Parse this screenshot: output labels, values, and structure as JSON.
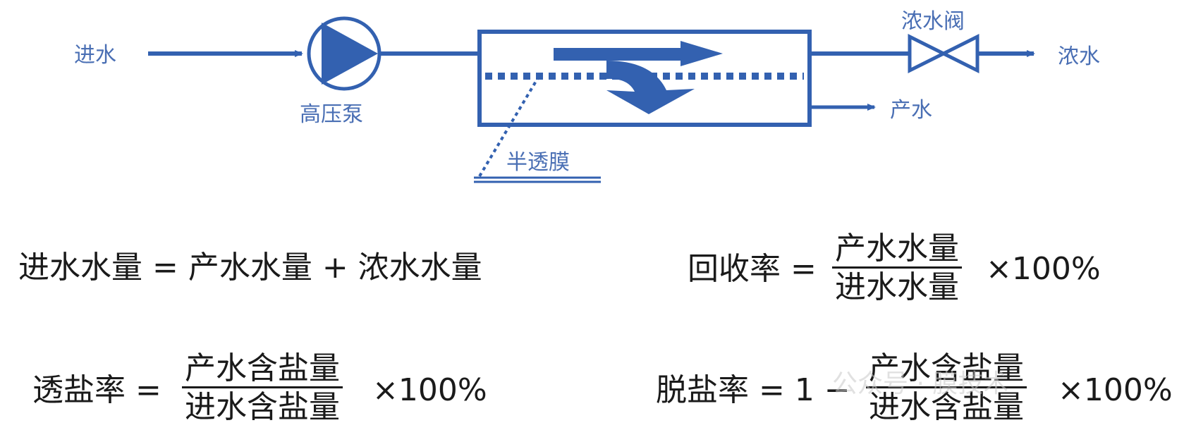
{
  "diagram": {
    "inlet_label": "进水",
    "pump_label": "高压泵",
    "membrane_label": "半透膜",
    "valve_label": "浓水阀",
    "concentrate_label": "浓水",
    "product_label": "产水",
    "line_color": "#3361b0"
  },
  "formulas": {
    "balance": {
      "text": "进水水量 = 产水水量 + 浓水水量"
    },
    "recovery": {
      "lhs": "回收率 =",
      "numerator": "产水水量",
      "denominator": "进水水量",
      "suffix": "×100%"
    },
    "passage": {
      "lhs": "透盐率 =",
      "numerator": "产水含盐量",
      "denominator": "进水含盐量",
      "suffix": "×100%"
    },
    "rejection": {
      "lhs": "脱盐率 = 1 −",
      "numerator": "产水含盐量",
      "denominator": "进水含盐量",
      "suffix": "×100%"
    }
  },
  "watermark": {
    "text": "公众号 · 膜技术"
  }
}
